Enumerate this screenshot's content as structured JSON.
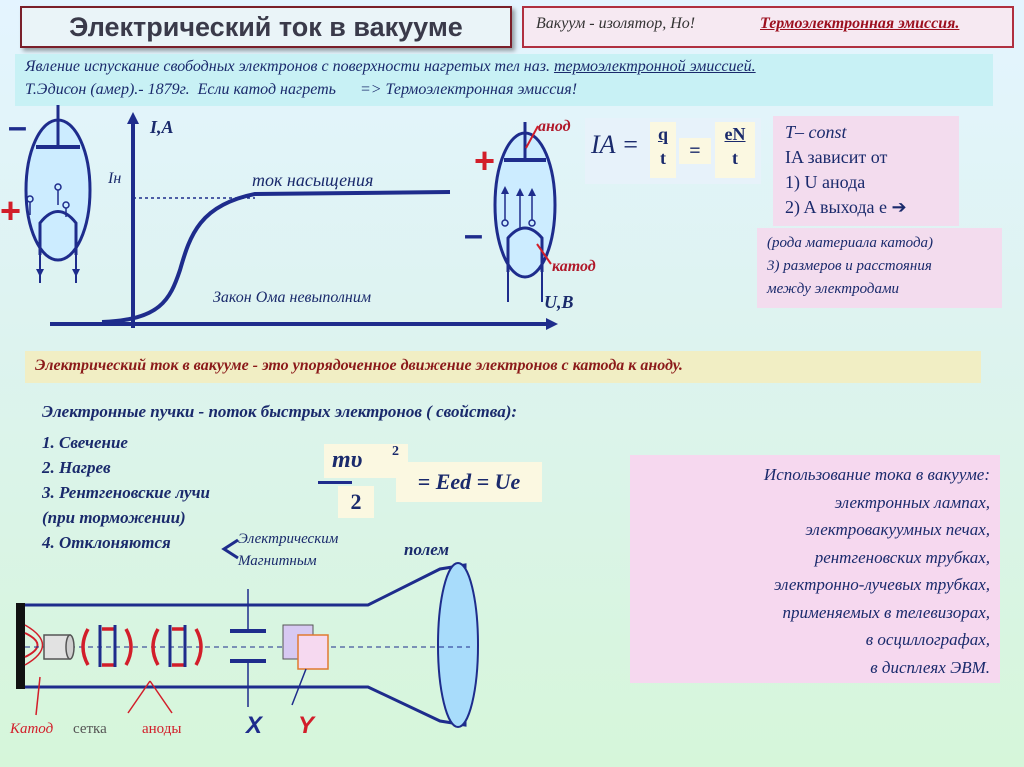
{
  "title": "Электрический ток в вакууме",
  "top_right": {
    "prefix": "Вакуум - изолятор, Но!",
    "highlight": "Термоэлектронная эмиссия."
  },
  "intro": {
    "line1_a": "Явление испускание свободных электронов с поверхности нагретых тел наз.",
    "line1_b": "термоэлектронной эмиссией.",
    "line2": "Т.Эдисон (амер).- 1879г.  Если катод нагреть      => Термоэлектронная эмиссия!"
  },
  "left_tube": {
    "minus": "–",
    "plus": "+"
  },
  "graph": {
    "ylabel": "I,A",
    "sat_label": "Iн",
    "curve_label": "ток насыщения",
    "note": "Закон Ома невыполним"
  },
  "right_tube": {
    "anode": "анод",
    "cathode": "катод",
    "plus": "+",
    "minus": "–",
    "axis": "U,B"
  },
  "formula": {
    "lhs": "IA =",
    "q": "q",
    "t1": "t",
    "eq": "=",
    "eN": "eN",
    "t2": "t"
  },
  "conditions": {
    "l1": "T– const",
    "l2": "IA зависит от",
    "l3": "1) U анода",
    "l4": "2) A выхода е"
  },
  "work_fn_props": {
    "l1": "(рода материала катода)",
    "l2": "3) размеров и расстояния",
    "l3": "между электродами"
  },
  "definition": "Электрический ток в вакууме - это упорядоченное движение электронов с катода к аноду.",
  "beams": {
    "heading": "Электронные пучки - поток быстрых электронов ( свойства):",
    "items": [
      "1. Свечение",
      "2. Нагрев",
      "3. Рентгеновские  лучи",
      "(при торможении)",
      "4. Отклоняются"
    ],
    "deflect_1": "Электрическим",
    "deflect_2": "Магнитным",
    "field_word": "полем"
  },
  "energy": {
    "num": "mυ",
    "exp": "2",
    "den": "2",
    "rhs": "= Eed = Ue"
  },
  "uses": {
    "heading": "Использование тока в вакууме:",
    "items": [
      "электронных лампах,",
      "электровакуумных печах,",
      "рентгеновских трубках,",
      "электронно-лучевых трубках,",
      "применяемых в телевизорах,",
      "в осциллографах,",
      "в дисплеях ЭВМ."
    ]
  },
  "crt": {
    "cathode": "Катод",
    "grid": "сетка",
    "anodes": "аноды",
    "x": "X",
    "y": "Y"
  }
}
